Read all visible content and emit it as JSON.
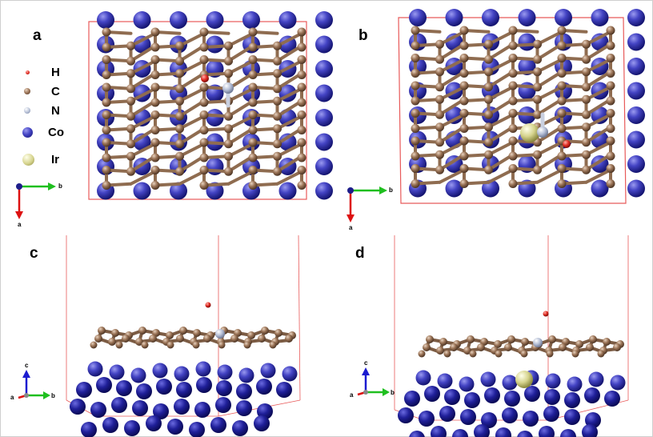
{
  "panels": [
    {
      "label": "a"
    },
    {
      "label": "b"
    },
    {
      "label": "c"
    },
    {
      "label": "d"
    }
  ],
  "legend": [
    {
      "symbol": "H",
      "color": "#e8463c"
    },
    {
      "symbol": "C",
      "color": "#8a6a4e"
    },
    {
      "symbol": "N",
      "color": "#b9c2d8"
    },
    {
      "symbol": "Co",
      "color": "#2c2fa8"
    },
    {
      "symbol": "Ir",
      "color": "#d8d690"
    }
  ],
  "axes_top": {
    "horizontal": "b",
    "vertical": "a"
  },
  "axes_bottom": {
    "x": "b",
    "y": "c",
    "z": "a"
  },
  "colors": {
    "cobalt": "#3a3ab8",
    "carbon": "#9a7356",
    "nitrogen": "#bcc6da",
    "hydrogen": "#e33",
    "iridium": "#d9d79a",
    "cell": "#e85a5a"
  }
}
